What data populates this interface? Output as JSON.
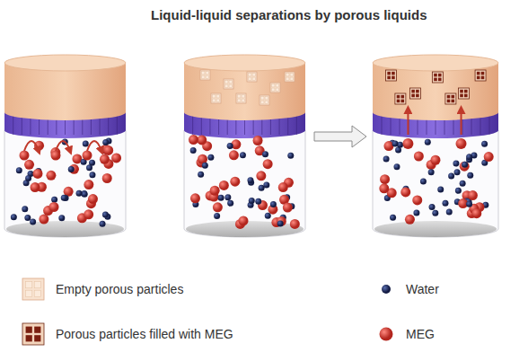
{
  "diagram": {
    "title": "Liquid-liquid separations by porous liquids",
    "legend": [
      {
        "text": "Empty porous particles"
      },
      {
        "text": "Porous particles filled with MEG"
      },
      {
        "text": "Water"
      },
      {
        "text": "MEG"
      }
    ]
  }
}
